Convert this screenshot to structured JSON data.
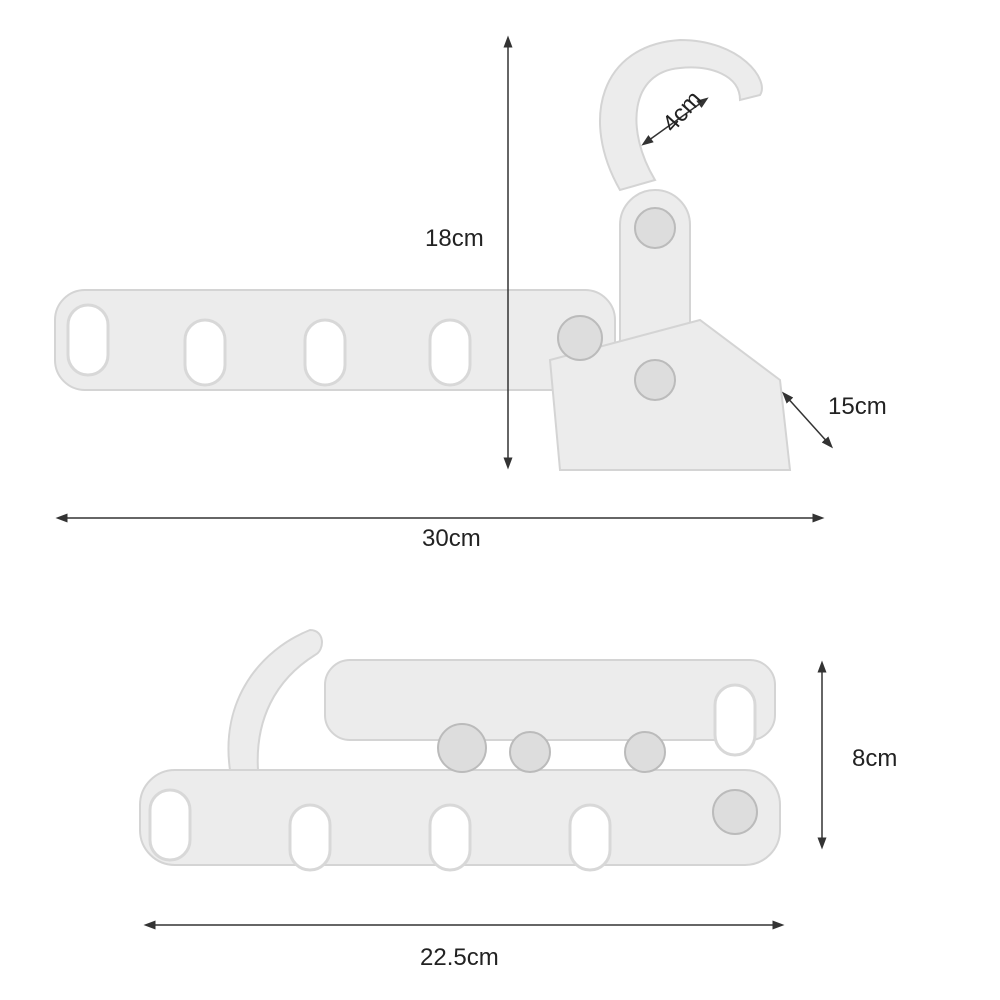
{
  "top_view": {
    "height_label": "18cm",
    "width_label": "30cm",
    "depth_label": "15cm",
    "hook_label": "4cm"
  },
  "bottom_view": {
    "height_label": "8cm",
    "width_label": "22.5cm"
  },
  "colors": {
    "product": "#ececec",
    "outline": "#d4d4d4",
    "line": "#333333"
  }
}
